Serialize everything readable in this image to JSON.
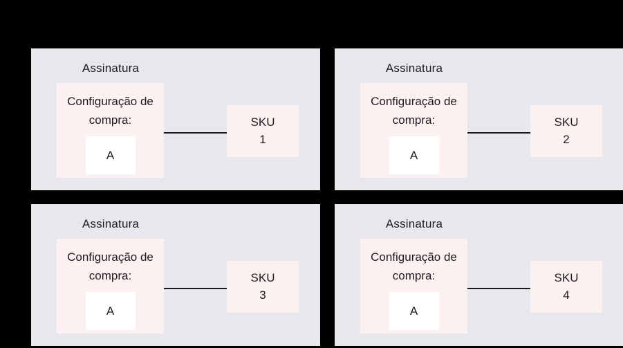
{
  "colors": {
    "canvas_bg": "#000000",
    "panel_bg": "#e7e8ec",
    "box_pink": "#fcf0f1",
    "box_white": "#ffffff",
    "text": "#1d1d1f",
    "connector": "#1a1a1a"
  },
  "panels": [
    {
      "title": "Assinatura",
      "config_label": "Configuração de compra:",
      "config_value": "A",
      "sku_label": "SKU",
      "sku_number": "1"
    },
    {
      "title": "Assinatura",
      "config_label": "Configuração de compra:",
      "config_value": "A",
      "sku_label": "SKU",
      "sku_number": "2"
    },
    {
      "title": "Assinatura",
      "config_label": "Configuração de compra:",
      "config_value": "A",
      "sku_label": "SKU",
      "sku_number": "3"
    },
    {
      "title": "Assinatura",
      "config_label": "Configuração de compra:",
      "config_value": "A",
      "sku_label": "SKU",
      "sku_number": "4"
    }
  ]
}
